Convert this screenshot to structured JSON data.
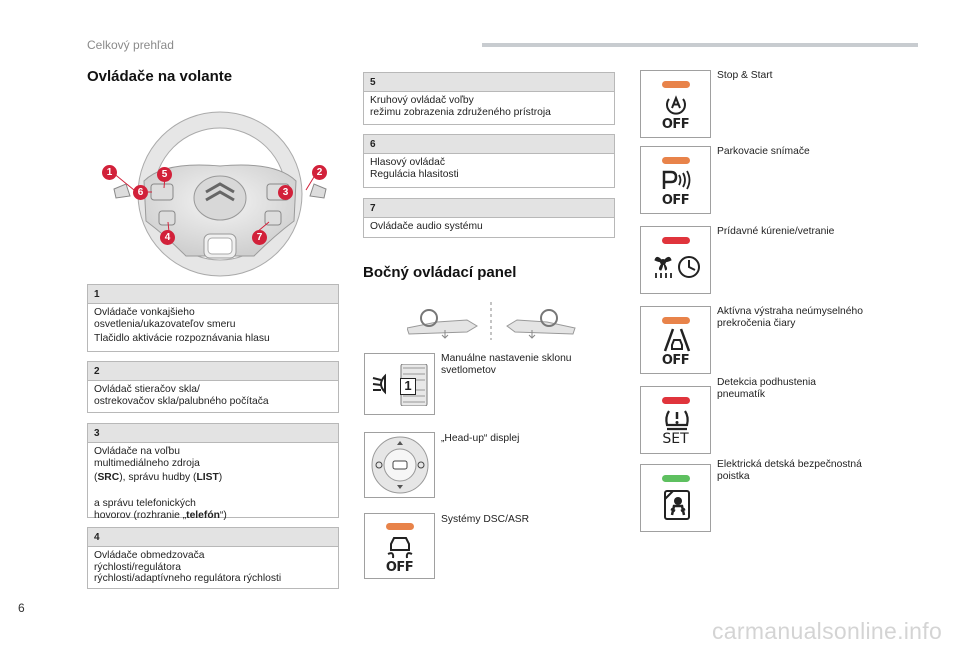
{
  "header": {
    "title": "Celkový prehľad"
  },
  "page_number": "6",
  "watermark": "carmanualsonline.info",
  "left": {
    "title": "Ovládače na volante",
    "callouts": [
      "1",
      "2",
      "3",
      "4",
      "5",
      "6",
      "7"
    ],
    "boxes": [
      {
        "num": "1",
        "lines": [
          "Ovládače vonkajšieho\nosvetlenia/ukazovateľov smeru",
          "Tlačidlo aktivácie rozpoznávania hlasu"
        ]
      },
      {
        "num": "2",
        "lines": [
          "Ovládač stieračov skla/\nostrekovačov skla/palubného počítača"
        ]
      },
      {
        "num": "3",
        "lines": [
          "Ovládače na voľbu\nmultimediálneho zdroja"
        ],
        "l2": "(",
        "b1": "SRC",
        "l3": "), správu hudby (",
        "b2": "LIST",
        "l4": ")",
        "l5": "a správu telefonických\nhovorov (rozhranie „",
        "b3": "telefón",
        "l6": "“)"
      },
      {
        "num": "4",
        "lines": [
          "Ovládače obmedzovača\nrýchlosti/regulátora\nrýchlosti/adaptívneho regulátora rýchlosti"
        ]
      }
    ]
  },
  "middle": {
    "boxes": [
      {
        "num": "5",
        "text": "Kruhový ovládač voľby\nrežimu zobrazenia združeného prístroja"
      },
      {
        "num": "6",
        "text": "Hlasový ovládač\nRegulácia hlasitosti"
      },
      {
        "num": "7",
        "text": "Ovládače audio systému"
      }
    ],
    "side_title": "Bočný ovládací panel",
    "items": [
      {
        "label": "Manuálne nastavenie sklonu\nsvetlometov",
        "digit": "1"
      },
      {
        "label": "„Head-up“ displej"
      },
      {
        "label": "Systémy DSC/ASR",
        "off": "OFF"
      }
    ]
  },
  "right": {
    "items": [
      {
        "label": "Stop & Start",
        "lamp": "#e8834a",
        "badge": "OFF"
      },
      {
        "label": "Parkovacie snímače",
        "lamp": "#e8834a",
        "badge": "OFF"
      },
      {
        "label": "Prídavné kúrenie/vetranie",
        "lamp": "#e0343c",
        "badge": ""
      },
      {
        "label": "Aktívna výstraha neúmyselného\nprekročenia čiary",
        "lamp": "#e8834a",
        "badge": "OFF"
      },
      {
        "label": "Detekcia podhustenia\npneumatík",
        "lamp": "#e0343c",
        "badge": "SET"
      },
      {
        "label": "Elektrická detská bezpečnostná\npoistka",
        "lamp": "#5ec060",
        "badge": ""
      }
    ]
  },
  "colors": {
    "callout_red": "#d2213a",
    "lamp_orange": "#e8834a",
    "lamp_red": "#e0343c",
    "lamp_green": "#5ec060"
  }
}
